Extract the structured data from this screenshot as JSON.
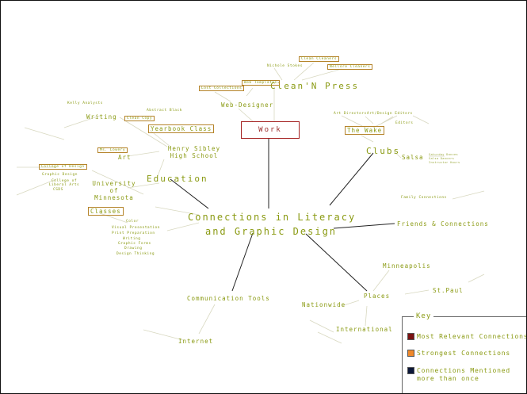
{
  "title_line1": "Connections in Literacy",
  "title_line2": "and Graphic Design",
  "work": "Work",
  "clean_n_press": "Clean'N Press",
  "web_designer": "Web-Designer",
  "nichole_stokes": "Nichole Stokes",
  "clean_n_press_sub1": "Clean Cleaners",
  "clean_n_press_sub2": "Nellore Cleaners",
  "web_sub1": "Lost Collections",
  "web_sub2": "Web Templates",
  "education": "Education",
  "henry_sibley": "Henry Sibley High School",
  "writing": "Writing",
  "yearbook_class": "Yearbook Class",
  "yearbook_sub1": "Clean Copy",
  "yearbook_sub2": "Abstract Black",
  "art": "Art",
  "art_sub": "Ms. Lowery",
  "kelly_analysis": "Kelly Analysts",
  "umn": "University of Minnesota",
  "umn_sub1": "College of Design",
  "umn_sub2": "Graphic Design",
  "umn_sub3": "College of Liberal Arts",
  "umn_sub4": "CSDS",
  "classes": "Classes",
  "color": "Color",
  "visual_presentation": "Visual Presentation",
  "print_preparation": "Print Preparation",
  "writing2": "Writing",
  "graphic_forms": "Graphic Forms",
  "drawing": "Drawing",
  "design_thinking": "Design Thinking",
  "clubs": "Clubs",
  "the_wake": "The Wake",
  "art_directors": "Art Directors",
  "art_design_editors": "Art/Design Editors",
  "editors": "Editors",
  "salsa": "Salsa",
  "salsa_sub1": "Saturday Dances",
  "salsa_sub2": "Salsa Dancers",
  "salsa_sub3": "Instructor Hours",
  "family_connections": "Family Connections",
  "friends_connections": "Friends & Connections",
  "places": "Places",
  "minneapolis": "Minneapolis",
  "st_paul": "St.Paul",
  "nationwide": "Nationwide",
  "international": "International",
  "communication_tools": "Communication Tools",
  "internet": "Internet",
  "key_title": "Key",
  "key_items": [
    {
      "label": "Most Relevant Connections",
      "color": "#7a1212"
    },
    {
      "label": "Strongest Connections",
      "color": "#f0892a"
    },
    {
      "label": "Connections Mentioned more than once",
      "color": "#0c1838"
    }
  ]
}
